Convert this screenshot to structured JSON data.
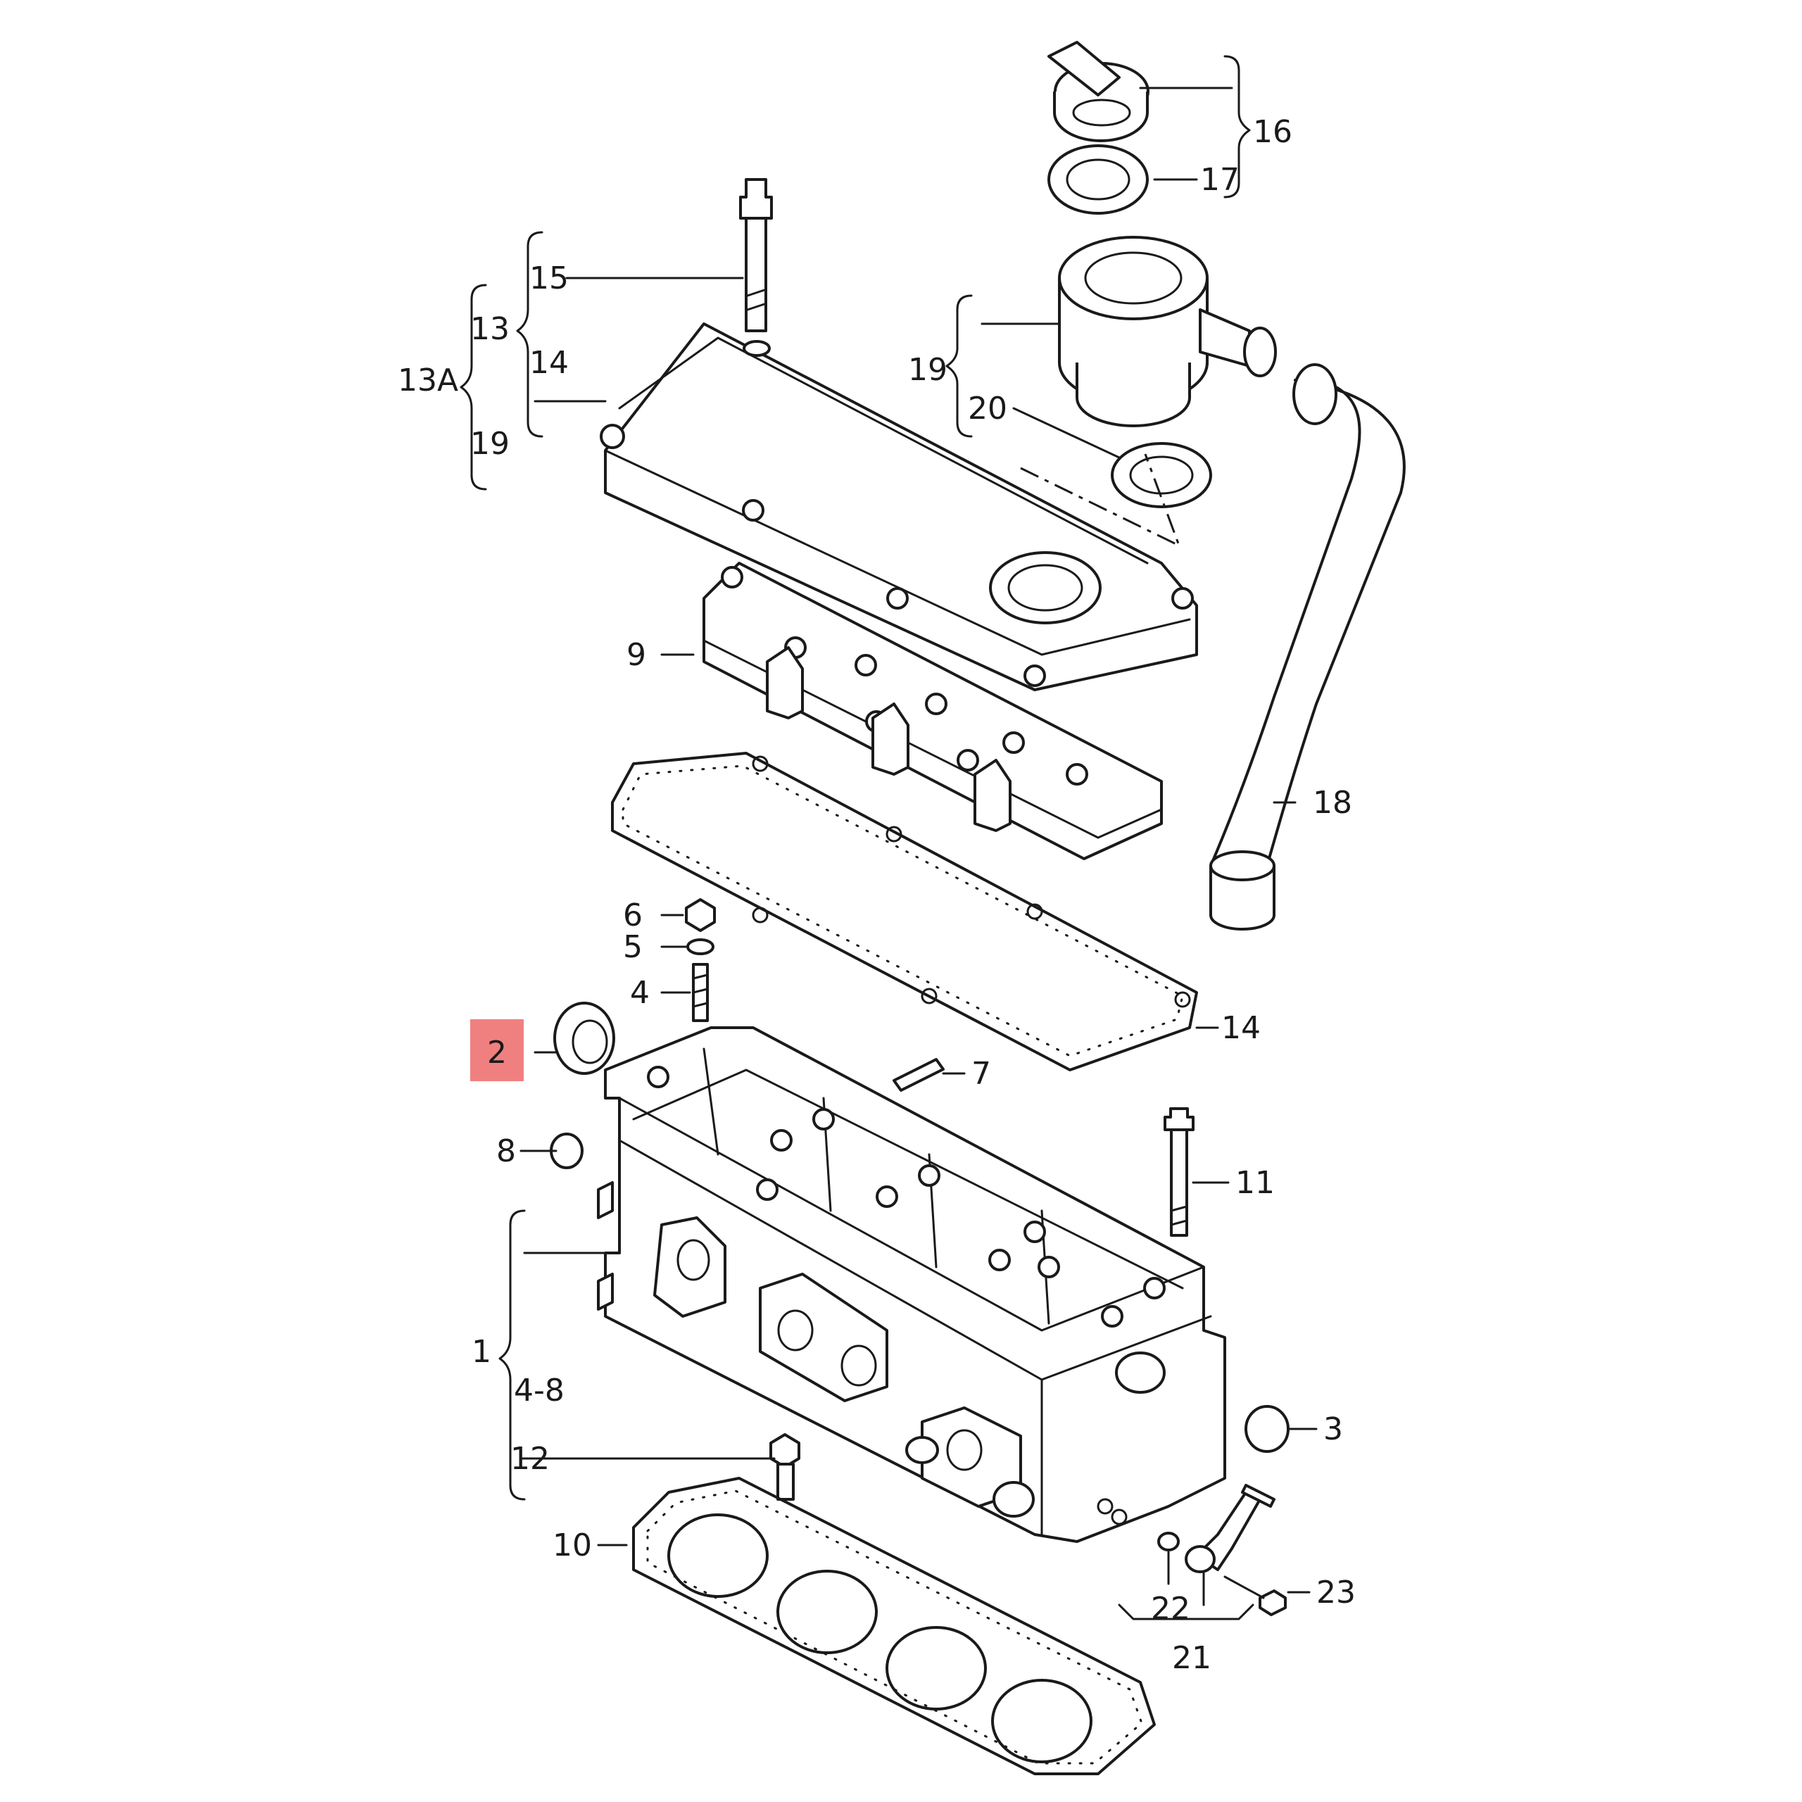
{
  "highlight_color": "#f08080",
  "labels": {
    "l1": "1",
    "l2": "2",
    "l3": "3",
    "l4": "4",
    "l48": "4-8",
    "l5": "5",
    "l6": "6",
    "l7": "7",
    "l8": "8",
    "l9": "9",
    "l10": "10",
    "l11": "11",
    "l12": "12",
    "l13": "13",
    "l13a": "13A",
    "l14a": "14",
    "l14b": "14",
    "l15": "15",
    "l16": "16",
    "l17": "17",
    "l18": "18",
    "l19a": "19",
    "l19b": "19",
    "l20": "20",
    "l21": "21",
    "l22": "22",
    "l23": "23"
  }
}
